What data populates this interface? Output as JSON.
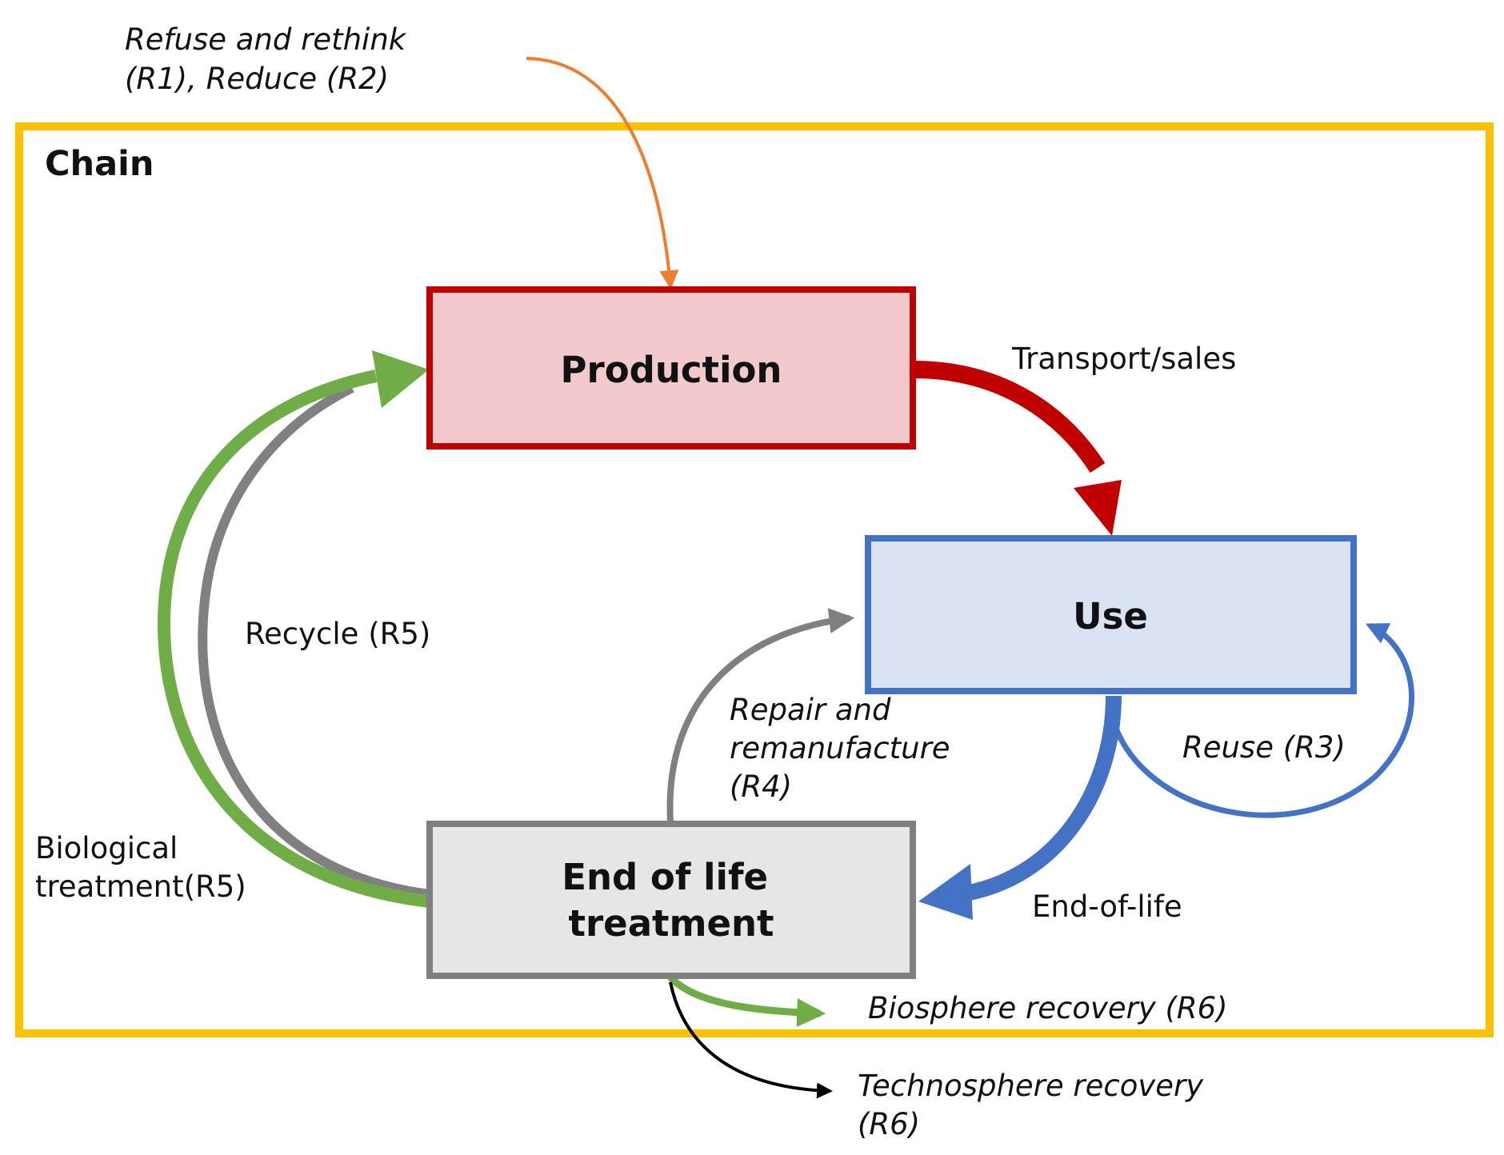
{
  "colors": {
    "chain": "#FFC000",
    "production_fill": "#F2CACC",
    "production_border": "#C00000",
    "use_fill": "#DAE3F3",
    "use_border": "#4472C4",
    "eol_fill": "#E6E6E6",
    "eol_border": "#808080",
    "refuse_arrow": "#ED7D31",
    "transport_arrow": "#C00000",
    "use_arrows": "#4472C4",
    "recycle_arrows": "#808080",
    "bio_arrows": "#70AD47",
    "techno_arrow": "#000000"
  },
  "chain": {
    "title": "Chain"
  },
  "nodes": {
    "production": "Production",
    "use": "Use",
    "end_of_life": [
      "End of life",
      "treatment"
    ]
  },
  "flows": {
    "refuse": [
      "Refuse and rethink",
      "(R1), Reduce (R2)"
    ],
    "transport": "Transport/sales",
    "recycle": "Recycle (R5)",
    "biological": [
      "Biological",
      "treatment(R5)"
    ],
    "repair": [
      "Repair and",
      "remanufacture",
      "(R4)"
    ],
    "reuse": "Reuse (R3)",
    "end_of_life": "End-of-life",
    "biosphere": "Biosphere recovery (R6)",
    "technosphere": [
      "Technosphere recovery",
      "(R6)"
    ]
  }
}
